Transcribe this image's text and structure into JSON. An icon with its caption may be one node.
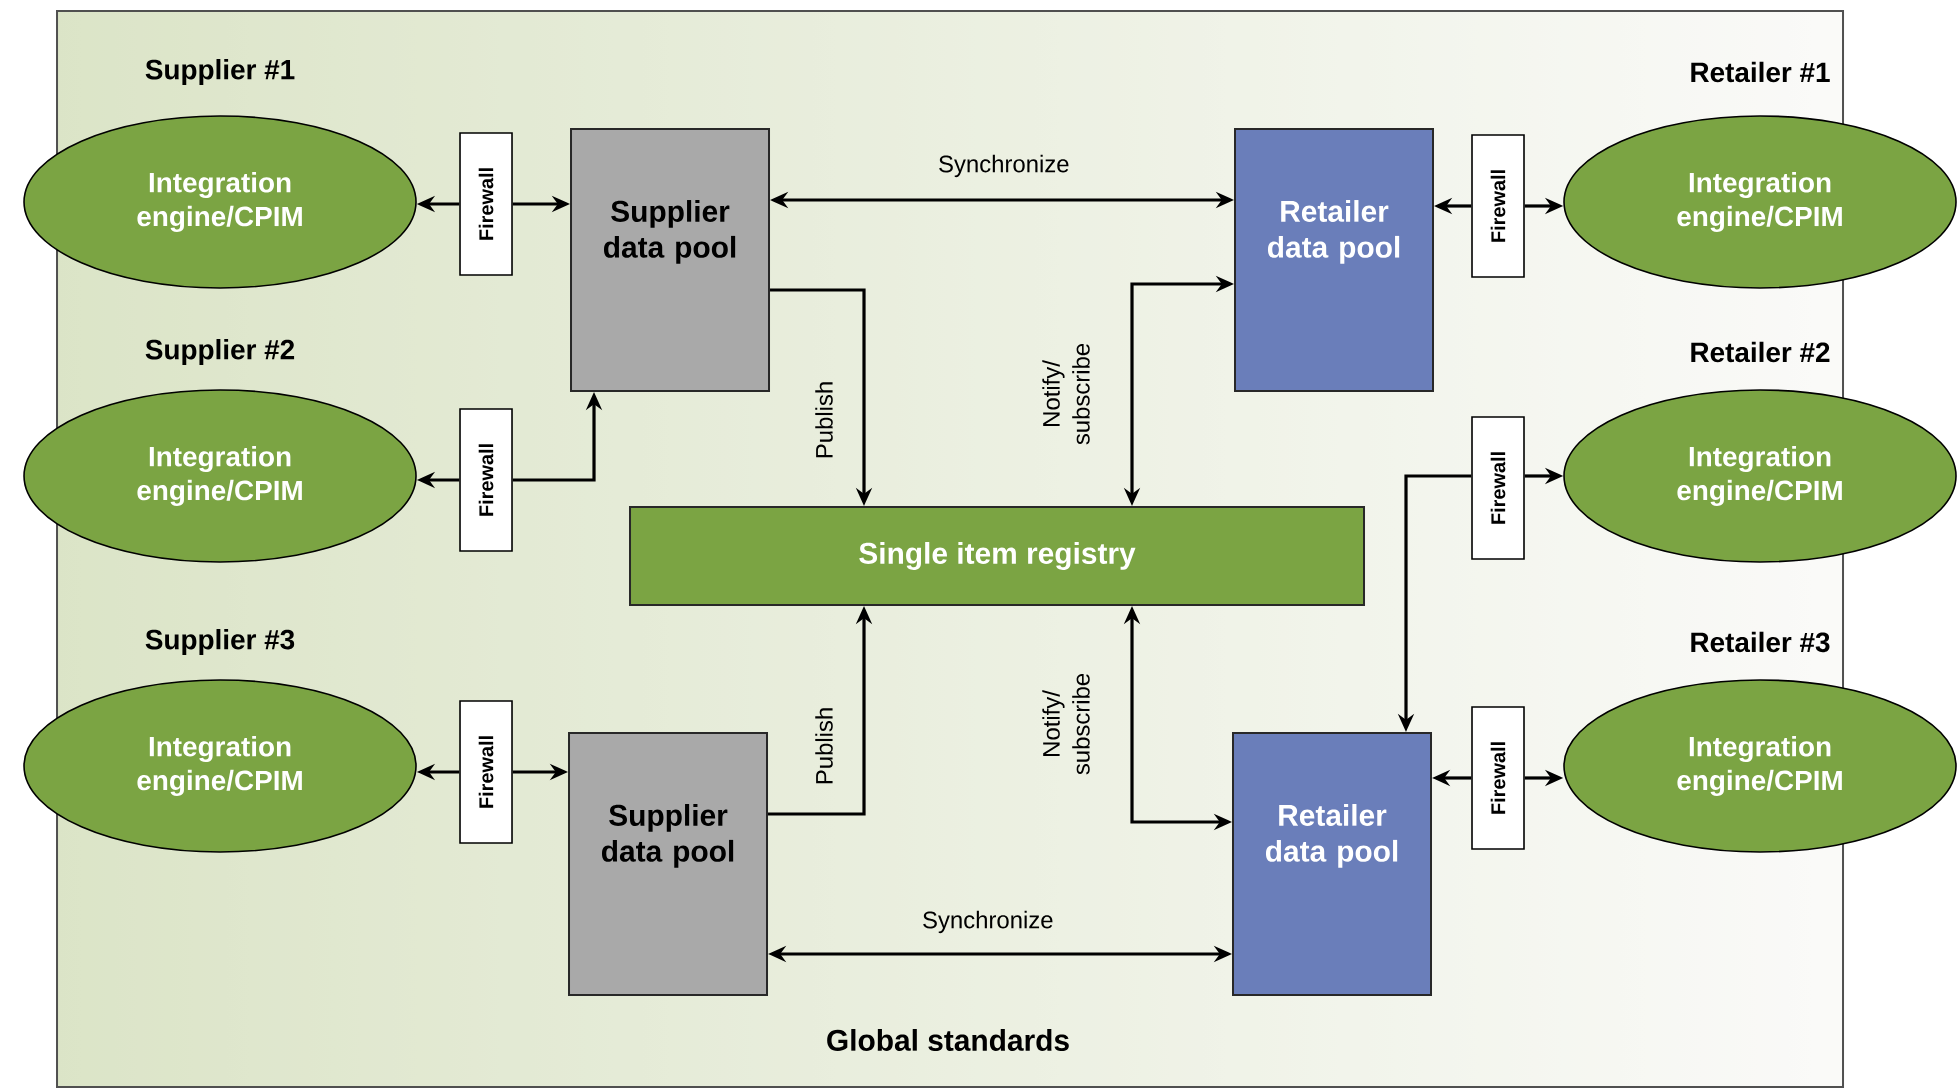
{
  "diagram": {
    "nodes": [
      {
        "text": [
          "Global standards"
        ]
      },
      {
        "text": [
          "Integration engine/CPIM"
        ]
      },
      {
        "text": [
          "Firewall"
        ],
        "in": 0
      },
      {
        "text": [
          "Supplier data pool"
        ],
        "in": 0
      },
      {
        "text": [
          "Retailer data pool"
        ],
        "in": 0
      },
      {
        "text": [
          "Firewall"
        ],
        "in": 0
      },
      {
        "text": [
          "Integration engine/CPIM"
        ]
      },
      {
        "text": [
          "Integration engine/CPIM"
        ]
      },
      {
        "text": [
          "Firewall"
        ],
        "in": 0
      },
      {
        "text": [
          "Firewall"
        ],
        "in": 0
      },
      {
        "text": [
          "Integration engine/CPIM"
        ]
      },
      {
        "text": [
          "Single item registry"
        ],
        "in": 0
      },
      {
        "text": [
          "Integration engine/CPIM"
        ]
      },
      {
        "text": [
          "Firewall"
        ],
        "in": 0
      },
      {
        "text": [
          "Supplier data pool"
        ],
        "in": 0
      },
      {
        "text": [
          "Retailer data pool"
        ],
        "in": 0
      },
      {
        "text": [
          "Firewall"
        ],
        "in": 0
      },
      {
        "text": [
          "Integration engine/CPIM"
        ]
      }
    ],
    "labels": [
      "Supplier #1",
      "Retailer #1",
      "Supplier #2",
      "Retailer #2",
      "Supplier #3",
      "Retailer #3"
    ],
    "edges": [
      {
        "from": 2,
        "to": 1,
        "arrow": "to"
      },
      {
        "from": 2,
        "to": 3,
        "arrow": "to"
      },
      {
        "from": 3,
        "to": 4,
        "arrow": "both",
        "label": "Synchronize"
      },
      {
        "from": 5,
        "to": 4,
        "arrow": "to"
      },
      {
        "from": 5,
        "to": 6,
        "arrow": "to"
      },
      {
        "from": 3,
        "to": 11,
        "arrow": "to",
        "label": "Publish"
      },
      {
        "from": 11,
        "to": 4,
        "arrow": "both",
        "label": "Notify/ subscribe"
      },
      {
        "from": 8,
        "to": 7,
        "arrow": "to"
      },
      {
        "from": 8,
        "to": 3,
        "arrow": "to"
      },
      {
        "from": 9,
        "to": 10,
        "arrow": "to"
      },
      {
        "from": 9,
        "to": 15,
        "arrow": "to"
      },
      {
        "from": 13,
        "to": 12,
        "arrow": "to"
      },
      {
        "from": 13,
        "to": 14,
        "arrow": "to"
      },
      {
        "from": 14,
        "to": 11,
        "arrow": "to",
        "label": "Publish"
      },
      {
        "from": 11,
        "to": 15,
        "arrow": "both",
        "label": "Notify/ subscribe"
      },
      {
        "from": 14,
        "to": 15,
        "arrow": "both",
        "label": "Synchronize"
      },
      {
        "from": 16,
        "to": 15,
        "arrow": "to"
      },
      {
        "from": 16,
        "to": 17,
        "arrow": "to"
      }
    ]
  }
}
